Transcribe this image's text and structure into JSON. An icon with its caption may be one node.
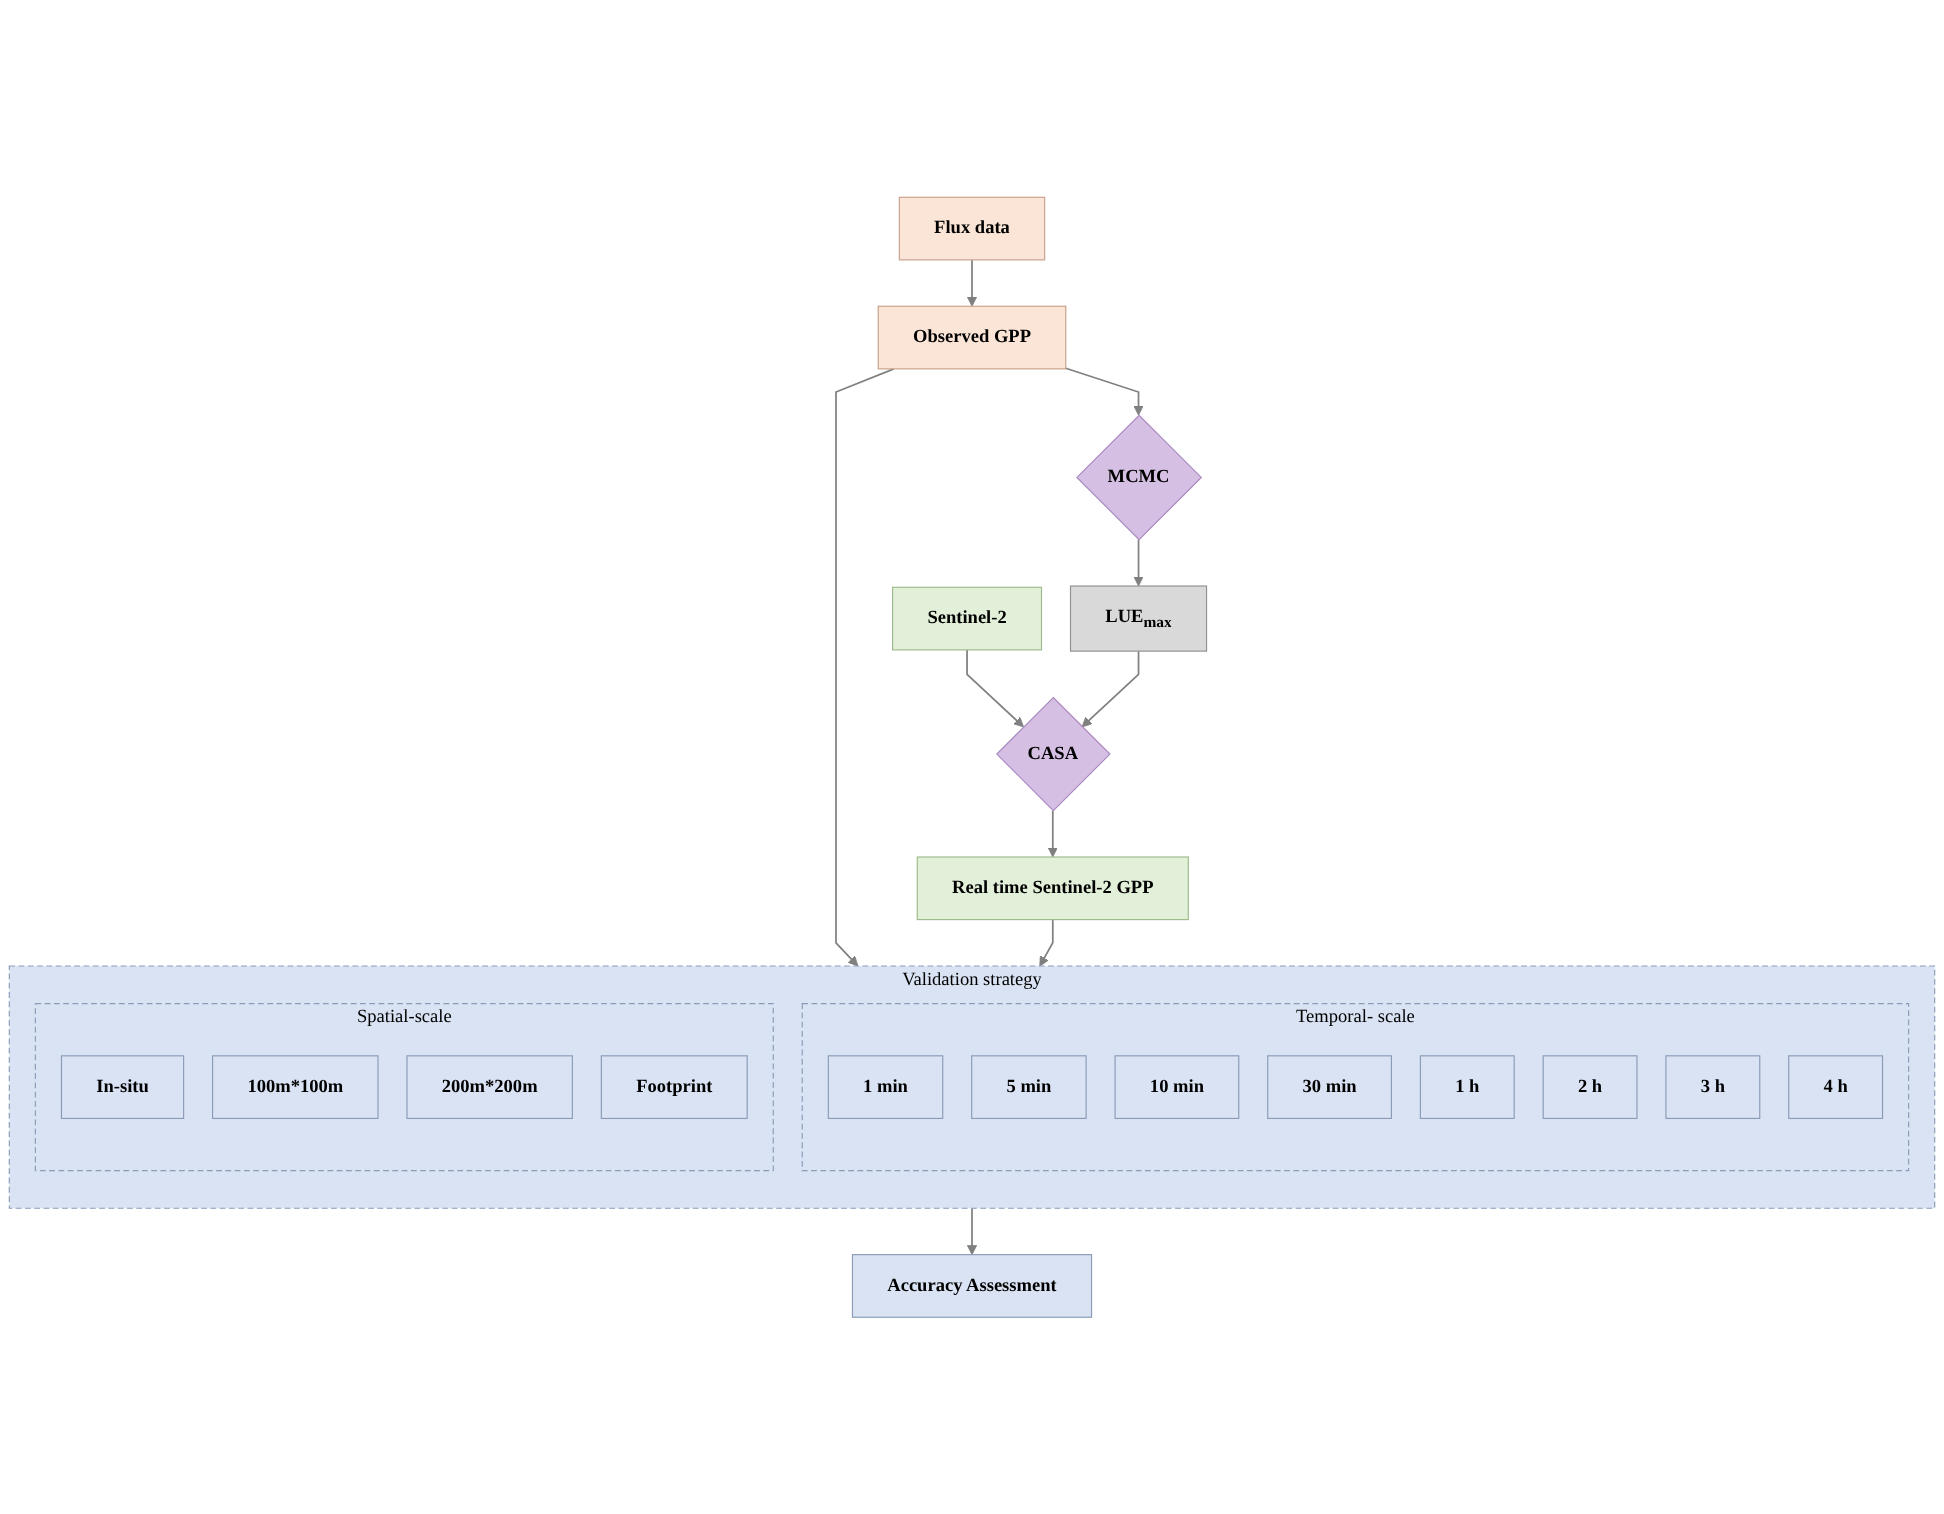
{
  "diagram": {
    "nodes": [
      {
        "text": [
          "Flux data"
        ]
      },
      {
        "text": [
          "Sentinel-2"
        ]
      },
      {
        "text": [
          "MCMC"
        ]
      },
      {
        "text": [
          "LUE$_{max}$"
        ]
      },
      {
        "text": [
          "CASA"
        ]
      },
      {
        "text": [
          "Observed GPP"
        ]
      },
      {
        "text": [
          "Real time Sentinel-2 GPP"
        ]
      },
      {
        "text": [
          "Validation strategy"
        ]
      },
      {
        "text": [
          "Temporal- scale"
        ],
        "in": 7
      },
      {
        "text": [
          "1 min"
        ],
        "in": 8
      },
      {
        "text": [
          "5 min"
        ],
        "in": 8
      },
      {
        "text": [
          "10 min"
        ],
        "in": 8
      },
      {
        "text": [
          "30 min"
        ],
        "in": 8
      },
      {
        "text": [
          "1 h"
        ],
        "in": 8
      },
      {
        "text": [
          "2 h"
        ],
        "in": 8
      },
      {
        "text": [
          "3 h"
        ],
        "in": 8
      },
      {
        "text": [
          "4 h"
        ],
        "in": 8
      },
      {
        "text": [
          "Spatial-scale"
        ],
        "in": 7
      },
      {
        "text": [
          "In-situ"
        ],
        "in": 17
      },
      {
        "text": [
          "100m*100m"
        ],
        "in": 17
      },
      {
        "text": [
          "200m*200m"
        ],
        "in": 17
      },
      {
        "text": [
          "Footprint"
        ],
        "in": 17
      },
      {
        "text": [
          "Accuracy Assessment"
        ]
      }
    ],
    "edges": [
      {
        "from": 0,
        "to": 5,
        "arrow": "to"
      },
      {
        "from": 1,
        "to": 4,
        "arrow": "to"
      },
      {
        "from": 5,
        "to": 2,
        "arrow": "to"
      },
      {
        "from": 2,
        "to": 3,
        "arrow": "to"
      },
      {
        "from": 3,
        "to": 4,
        "arrow": "to"
      },
      {
        "from": 4,
        "to": 6,
        "arrow": "to"
      },
      {
        "from": 5,
        "to": 7,
        "arrow": "to"
      },
      {
        "from": 6,
        "to": 7,
        "arrow": "to"
      },
      {
        "from": 7,
        "to": 22,
        "arrow": "to"
      }
    ]
  }
}
